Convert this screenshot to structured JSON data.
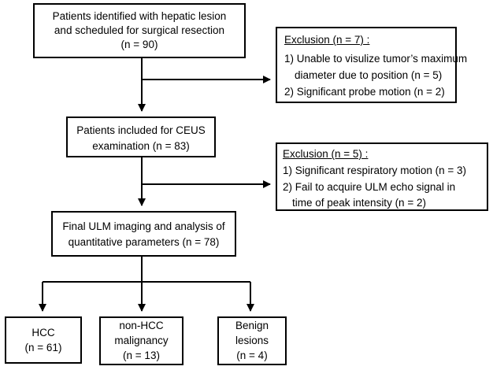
{
  "boxes": {
    "identified": {
      "line1": "Patients identified with hepatic lesion",
      "line2": "and scheduled for surgical resection",
      "line3": "(n = 90)"
    },
    "exclusion1": {
      "title": "Exclusion (n = 7) :",
      "line1": "1) Unable to visulize tumor’s maximum",
      "line2": "diameter due to position (n = 5)",
      "line3": "2) Significant probe motion (n = 2)"
    },
    "included": {
      "line1": "Patients included for CEUS",
      "line2": "examination (n = 83)"
    },
    "exclusion2": {
      "title": "Exclusion (n = 5) :",
      "line1": "1) Significant respiratory motion (n = 3)",
      "line2": "2) Fail to acquire ULM echo signal in",
      "line3": "time of peak intensity (n = 2)"
    },
    "final": {
      "line1": "Final ULM imaging and analysis of",
      "line2": "quantitative parameters (n = 78)"
    },
    "hcc": {
      "line1": "HCC",
      "line2": "(n = 61)"
    },
    "nonhcc": {
      "line1": "non-HCC",
      "line2": "malignancy",
      "line3": "(n = 13)"
    },
    "benign": {
      "line1": "Benign",
      "line2": "lesions",
      "line3": "(n = 4)"
    }
  }
}
